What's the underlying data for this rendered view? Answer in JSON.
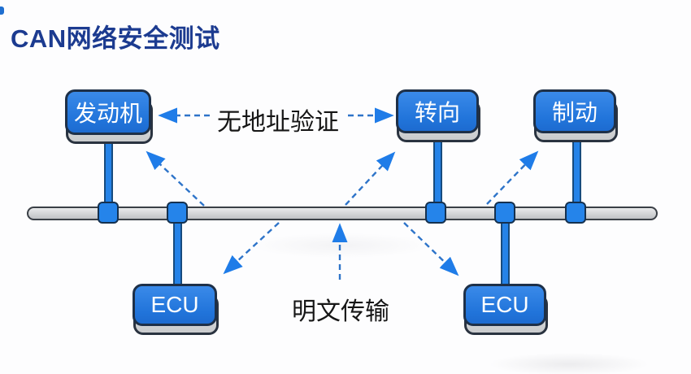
{
  "title": "CAN网络安全测试",
  "nodes": [
    {
      "id": "engine",
      "label": "发动机"
    },
    {
      "id": "steering",
      "label": "转向"
    },
    {
      "id": "brake",
      "label": "制动"
    },
    {
      "id": "ecu-left",
      "label": "ECU"
    },
    {
      "id": "ecu-right",
      "label": "ECU"
    }
  ],
  "annotations": {
    "no_address_verification": "无地址验证",
    "plaintext_transmission": "明文传输"
  },
  "colors": {
    "title_text": "#1c3b90",
    "node_fill": "#2174da",
    "node_border": "#1e3048",
    "node_text": "#ffffff",
    "node_base": "#cdcfd1",
    "bus_fill": "#d2d4d6",
    "bus_border": "#3a3f46",
    "connector_fill": "#2584ea",
    "arrow_dash": "#2e74c9",
    "arrow_head": "#1f7ce8",
    "annotation_text": "#161616",
    "background": "#fdfdfe"
  }
}
